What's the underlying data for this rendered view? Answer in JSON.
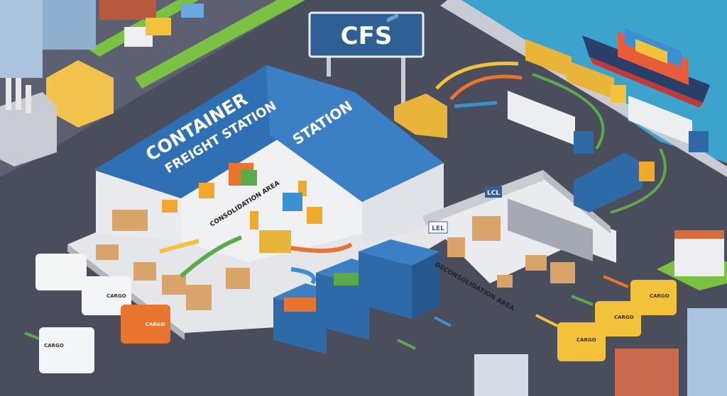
{
  "sign": {
    "text": "CFS"
  },
  "roof": {
    "line1": "CONTAINER",
    "line2": "FREIGHT STATION",
    "right": "STATION"
  },
  "areas": {
    "consolidation": "CONSOLIDATION AREA",
    "deconsolidation": "DECONSOLIDATION AREA"
  },
  "signs": {
    "lcl": "LCL",
    "lel": "LEL"
  },
  "vans": {
    "label": "CARGO"
  },
  "colors": {
    "asphalt": "#4a4d5c",
    "roof": "#2f6fb3",
    "sea": "#3ba3cc",
    "container_blue": "#2f6aa8",
    "container_yellow": "#e8b43a",
    "van_orange": "#e8742f",
    "grass": "#7cc242"
  }
}
